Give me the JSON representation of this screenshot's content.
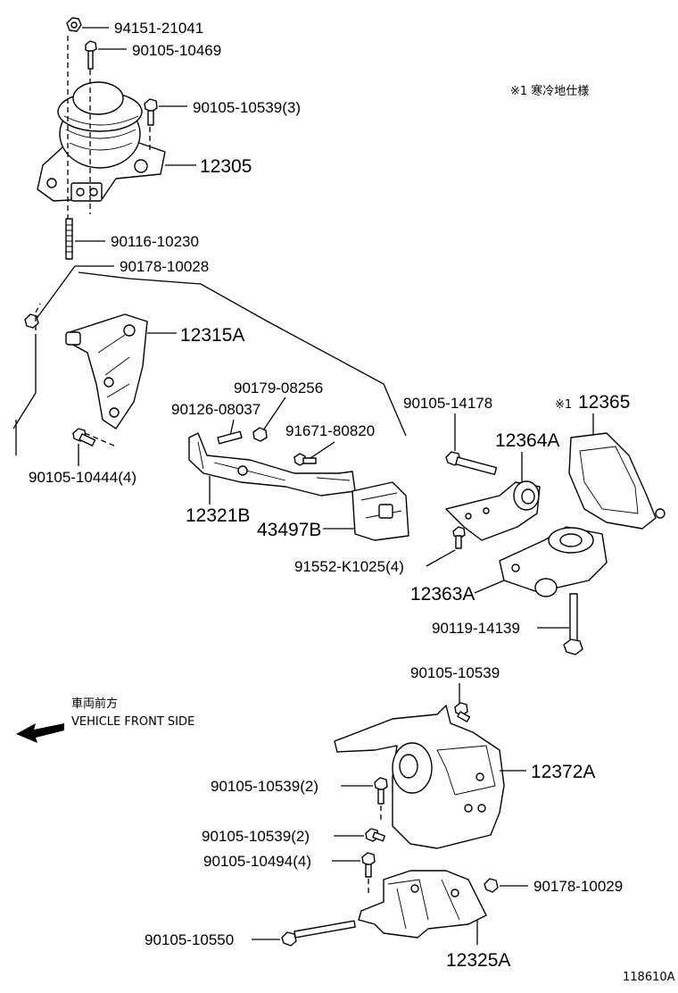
{
  "note": "※1 寒冷地仕様",
  "direction": {
    "jp": "車両前方",
    "en": "VEHICLE FRONT SIDE"
  },
  "figure_id": "118610A",
  "parts": {
    "p94151": "94151-21041",
    "p90105_10469": "90105-10469",
    "p90105_10539_3": "90105-10539(3)",
    "p12305": "12305",
    "p90116": "90116-10230",
    "p90178_10028": "90178-10028",
    "p12315A": "12315A",
    "p90105_10444": "90105-10444(4)",
    "p90179": "90179-08256",
    "p90126": "90126-08037",
    "p91671": "91671-80820",
    "p12321B": "12321B",
    "p43497B": "43497B",
    "p90105_14178": "90105-14178",
    "p12365": "12365",
    "p12365_mark": "※1",
    "p12364A": "12364A",
    "p91552": "91552-K1025(4)",
    "p12363A": "12363A",
    "p90119": "90119-14139",
    "p90105_10539a": "90105-10539",
    "p12372A": "12372A",
    "p90105_10539_2a": "90105-10539(2)",
    "p90105_10539_2b": "90105-10539(2)",
    "p90105_10494": "90105-10494(4)",
    "p90178_10029": "90178-10029",
    "p90105_10550": "90105-10550",
    "p12325A": "12325A"
  }
}
